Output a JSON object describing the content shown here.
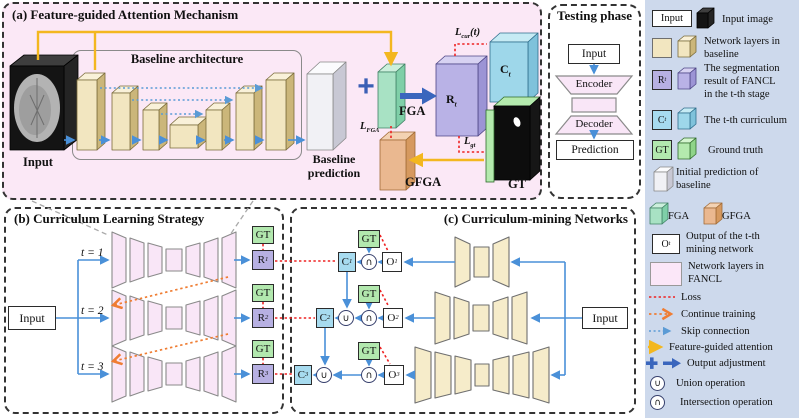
{
  "colors": {
    "panel_a_bg": "#fbe8f6",
    "legend_bg": "#cdd9ec",
    "baseline_layer": "#f2e6c0",
    "fancl_layer": "#f9e6f7",
    "blue_arrow": "#4a90d8",
    "dark_blue": "#3a66bd",
    "yellow": "#f3b71f",
    "red_loss": "#ee2222",
    "orange": "#ef7d33",
    "gt_green": "#b2e8ae",
    "r_purple": "#b7b0e2",
    "c_cyan": "#a7dbef",
    "fga": "#a8e2c4",
    "gfga": "#eab890"
  },
  "panel_a": {
    "title": "(a) Feature-guided Attention Mechanism",
    "input_label": "Input",
    "baseline_box_title": "Baseline architecture",
    "baseline_prediction_line1": "Baseline",
    "baseline_prediction_line2": "prediction",
    "plus": "+",
    "fga_label": "FGA",
    "gfga_label": "GFGA",
    "l_fga": {
      "base": "L",
      "sub": "FGA"
    },
    "l_cur": {
      "base": "L",
      "sub": "cur",
      "suffix": "(t)"
    },
    "l_gt": {
      "base": "L",
      "sub": "gt"
    },
    "rt": {
      "base": "R",
      "sub": "t"
    },
    "ct": {
      "base": "C",
      "sub": "t"
    },
    "gt_label": "GT"
  },
  "testing": {
    "title": "Testing phase",
    "input": "Input",
    "encoder": "Encoder",
    "decoder": "Decoder",
    "prediction": "Prediction"
  },
  "panel_b": {
    "title": "(b) Curriculum Learning Strategy",
    "input_label": "Input",
    "stages": [
      {
        "t_label": "t = 1",
        "gt": "GT",
        "r_base": "R",
        "r_sub": "1"
      },
      {
        "t_label": "t = 2",
        "gt": "GT",
        "r_base": "R",
        "r_sub": "2"
      },
      {
        "t_label": "t = 3",
        "gt": "GT",
        "r_base": "R",
        "r_sub": "3"
      }
    ]
  },
  "panel_c": {
    "title": "(c) Curriculum-mining Networks",
    "input_label": "Input",
    "union_symbol": "∪",
    "intersection_symbol": "∩",
    "stages": [
      {
        "gt": "GT",
        "o_base": "O",
        "o_sub": "1",
        "c_base": "C",
        "c_sub": "1"
      },
      {
        "gt": "GT",
        "o_base": "O",
        "o_sub": "2",
        "c_base": "C",
        "c_sub": "2"
      },
      {
        "gt": "GT",
        "o_base": "O",
        "o_sub": "3",
        "c_base": "C",
        "c_sub": "3"
      }
    ]
  },
  "legend": {
    "input_box": "Input",
    "rt_box": {
      "base": "R",
      "sub": "t"
    },
    "ct_box": {
      "base": "C",
      "sub": "t"
    },
    "gt_box": "GT",
    "ot_box": {
      "base": "O",
      "sub": "t"
    },
    "fga": "FGA",
    "gfga": "GFGA",
    "union_symbol": "∪",
    "intersection_symbol": "∩",
    "items": {
      "input_image": "Input image",
      "network_layers_baseline": [
        "Network layers in",
        "baseline"
      ],
      "segmentation_result": [
        "The segmentation",
        "result of FANCL",
        "in the t-th stage"
      ],
      "curriculum": "The t-th curriculum",
      "ground_truth": "Ground truth",
      "initial_prediction": [
        "Initial prediction of",
        "baseline"
      ],
      "output_mining": [
        "Output of the t-th",
        "mining network"
      ],
      "network_layers_fancl": [
        "Network layers in",
        "FANCL"
      ],
      "loss": "Loss",
      "continue_training": "Continue training",
      "skip_connection": "Skip connection",
      "feature_guided": "Feature-guided attention",
      "output_adjustment": "Output adjustment",
      "union": "Union operation",
      "intersection": "Intersection operation"
    }
  }
}
